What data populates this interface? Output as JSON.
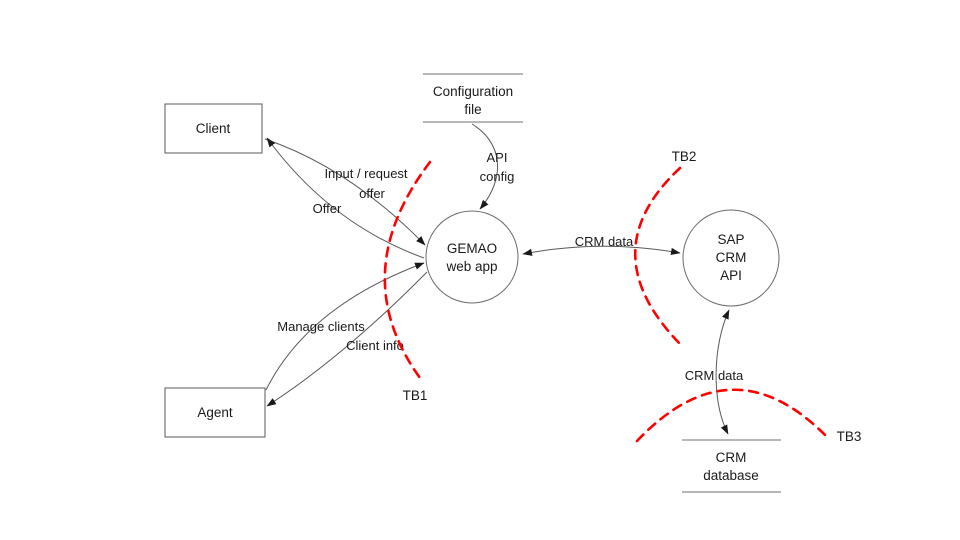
{
  "diagram": {
    "nodes": {
      "client": {
        "label": "Client"
      },
      "agent": {
        "label": "Agent"
      },
      "config_file": {
        "line1": "Configuration",
        "line2": "file"
      },
      "gemao": {
        "line1": "GEMAO",
        "line2": "web app"
      },
      "sap": {
        "line1": "SAP",
        "line2": "CRM",
        "line3": "API"
      },
      "crm_db": {
        "line1": "CRM",
        "line2": "database"
      }
    },
    "edges": {
      "input_request": {
        "line1": "Input / request",
        "line2": "offer"
      },
      "offer": {
        "label": "Offer"
      },
      "manage_clients": {
        "label": "Manage clients"
      },
      "client_info": {
        "label": "Client info"
      },
      "api_config": {
        "line1": "API",
        "line2": "config"
      },
      "crm_data_top": {
        "label": "CRM data"
      },
      "crm_data_bottom": {
        "label": "CRM data"
      }
    },
    "boundaries": {
      "tb1": {
        "label": "TB1"
      },
      "tb2": {
        "label": "TB2"
      },
      "tb3": {
        "label": "TB3"
      }
    },
    "colors": {
      "boundary": "#ff0000",
      "line": "#595959",
      "store_line": "#8c8c8c",
      "text": "#1a1a1a",
      "background": "#ffffff"
    }
  }
}
